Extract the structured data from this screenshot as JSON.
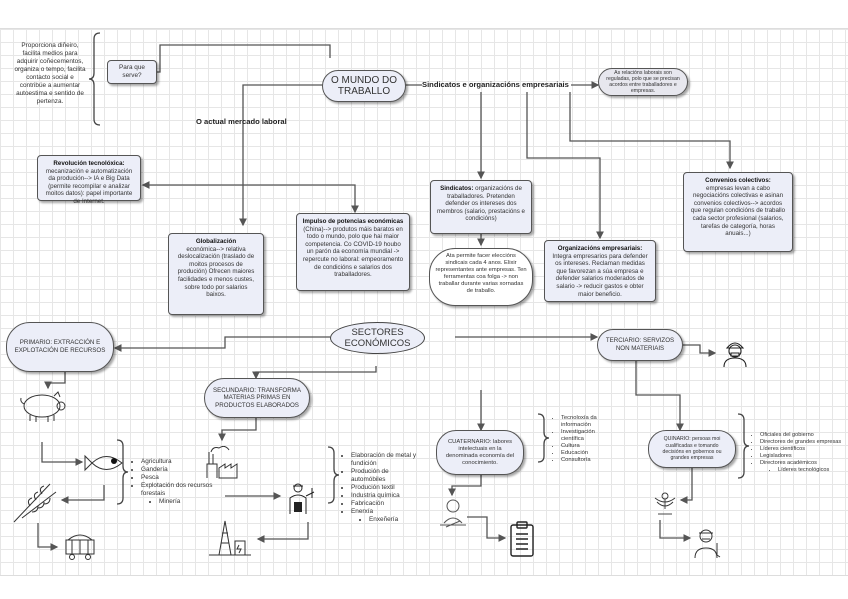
{
  "central": {
    "title": "O MUNDO DO TRABALLO"
  },
  "purpose": {
    "question": "Para que serve?",
    "answer": "Proporciona diñeiro, facilita medios para adquirir coñecementos, organiza o tempo, facilita contacto social e contribúe a aumentar autoestima e sentido de pertenza."
  },
  "branches": {
    "labor_market": "O actual mercado laboral",
    "unions": "Sindicatos e organizacións empresariais"
  },
  "unions_note": "As relacións laborais son reguladas, polo que se precisan acordos entre traballadores e empresas.",
  "market_boxes": {
    "tech": {
      "title": "Revolución tecnolóxica:",
      "body": "mecanización e automatización da produción--> IA e Big Data (permite recompilar e analizar moitos datos): papel importante de Internet."
    },
    "global": {
      "title": "Globalización",
      "body": "económica--> relativa deslocalización (traslado de moitos procesos de produción) Ofrecen maiores facilidades e menos custes, sobre todo por salarios baixos."
    },
    "powers": {
      "title": "Impulso de potencias económicas",
      "body": "(China)--> produtos máis baratos en todo o mundo, polo que hai maior competencia. Co COVID-19 houbo un parón da economía mundial -> repercute no laboral: empeoramento de condicións e salarios dos traballadores."
    }
  },
  "union_boxes": {
    "unions": {
      "title": "Sindicatos:",
      "body": "organizacións de traballadores. Pretenden defender os intereses dos membros (salario, prestacións e condicións)"
    },
    "unions_detail": "Ata permite facer eleccións sindicais cada 4 anos. Elixir representantes ante empresas. Ten ferramentas coa folga -> non traballar durante varias xornadas de traballo.",
    "employers": {
      "title": "Organizacións empresariais:",
      "body": "Integra empresarios para defender os intereses. Reclaman medidas que favorezan a súa empresa e defender salarios moderados de salario -> reducir gastos e obter maior beneficio."
    },
    "agreements": {
      "title": "Convenios colectivos:",
      "body": "empresas levan a cabo negociacións colectivas e asinan convenios colectivos--> acordos que regulan condicións de traballo cada sector profesional (salarios, tarefas de categoría, horas anuais...)"
    }
  },
  "sectors": {
    "title": "SECTORES ECONÓMICOS",
    "primary": {
      "label": "PRIMARIO: EXTRACCIÓN E EXPLOTACIÓN DE RECURSOS",
      "items": [
        "Agricultura",
        "Gandería",
        "Pesca",
        "Explotación dos recursos forestais"
      ],
      "subitems": [
        "Minería"
      ],
      "icons": [
        "pig-icon",
        "fish-icon",
        "wheat-icon",
        "mine-cart-icon"
      ]
    },
    "secondary": {
      "label": "SECUNDARIO: TRANSFORMA MATERIAS PRIMAS EN PRODUCTOS ELABORADOS",
      "items": [
        "Elaboración de metal y fundición",
        "Produción de automóbiles",
        "Produción textil",
        "Industria química",
        "Fabricación",
        "Enerxía"
      ],
      "subitems": [
        "Enxeñería"
      ],
      "icons": [
        "factory-icon",
        "worker-icon",
        "power-plant-icon"
      ]
    },
    "tertiary": {
      "label": "TERCIARIO: SERVIZOS NON MATERIAIS",
      "icons": [
        "doctor-icon"
      ]
    },
    "quaternary": {
      "label": "CUATERNARIO: labores intelectuais en la denominada economía del conocimiento.",
      "items": [
        "Tecnoloxía da información",
        "Investigación científica",
        "Cultura",
        "Educación",
        "Consultoría"
      ],
      "icons": [
        "scientist-icon",
        "clipboard-icon"
      ]
    },
    "quinary": {
      "label": "QUINARIO: persoas moi cualificadas e tomando decisións en gobernos ou grandes empresas",
      "items": [
        "Oficiales del gobierno",
        "Directores de grandes empresas",
        "Líderes científicos",
        "Legisladores",
        "Directores académicos"
      ],
      "subitems": [
        "Líderes tecnológicos"
      ],
      "icons": [
        "eagle-emblem-icon",
        "scientist-icon"
      ]
    }
  }
}
